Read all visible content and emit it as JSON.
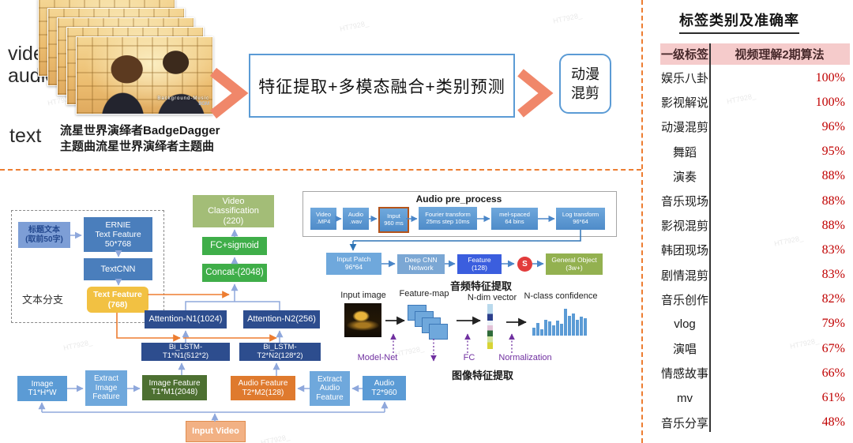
{
  "watermark": "HT7928_",
  "top": {
    "video_label": "video",
    "audio_label": "audio",
    "text_label": "text",
    "text_content": "流星世界演绎者BadgeDagger\n主题曲流星世界演绎者主题曲",
    "thumb_subtitle1": "Background-Music",
    "thumb_subtitle2": "BGM",
    "process_box": "特征提取+多模态融合+类别预测",
    "result_box": "动漫\n混剪"
  },
  "flow": {
    "branch_label": "文本分支",
    "title_text": "标题文本\n(取前50字)",
    "ernie": "ERNIE\nText Feature\n50*768",
    "textcnn": "TextCNN",
    "text_feature": "Text Feature\n(768)",
    "video_cls": "Video\nClassification\n(220)",
    "fc_sigmoid": "FC+sigmoid",
    "concat": "Concat-(2048)",
    "att1": "Attention-N1(1024)",
    "att2": "Attention-N2(256)",
    "lstm1": "Bi_LSTM-\nT1*N1(512*2)",
    "lstm2": "Bi_LSTM-\nT2*N2(128*2)",
    "image": "Image\nT1*H*W",
    "extract_image": "Extract\nImage\nFeature",
    "image_feature": "Image Feature\nT1*M1(2048)",
    "audio_feature": "Audio Feature\nT2*M2(128)",
    "extract_audio": "Extract\nAudio\nFeature",
    "audio": "Audio\nT2*960",
    "input_video": "Input Video"
  },
  "audio_pre": {
    "title": "Audio pre_process",
    "steps": [
      "Video\n.MP4",
      "Audio\n.wav",
      "Input\n960 ms",
      "Fourier transform\n25ms step 10ms",
      "mel-spaced\n64 bins",
      "Log transform\n96*64"
    ]
  },
  "audio_feat": {
    "input_patch": "Input Patch\n96*64",
    "deep_cnn": "Deep CNN\nNetwork",
    "feature": "Feature\n(128)",
    "s_node": "S",
    "general": "General Object\n(3w+)",
    "caption": "音频特征提取"
  },
  "image_feat": {
    "label_input": "Input image",
    "label_fmap": "Feature-map",
    "label_vec": "N-dim vector",
    "label_conf": "N-class confidence",
    "op_model": "Model-Net",
    "op_fc": "FC",
    "op_norm": "Normalization",
    "caption": "图像特征提取",
    "histogram": [
      10,
      16,
      8,
      20,
      18,
      13,
      19,
      15,
      34,
      25,
      28,
      20,
      24,
      22
    ]
  },
  "table": {
    "title": "标签类别及准确率",
    "col1": "一级标签",
    "col2": "视频理解2期算法",
    "accent_color": "#C00000",
    "rows": [
      {
        "label": "娱乐八卦",
        "value": "100%"
      },
      {
        "label": "影视解说",
        "value": "100%"
      },
      {
        "label": "动漫混剪",
        "value": "96%"
      },
      {
        "label": "舞蹈",
        "value": "95%"
      },
      {
        "label": "演奏",
        "value": "88%"
      },
      {
        "label": "音乐现场",
        "value": "88%"
      },
      {
        "label": "影视混剪",
        "value": "88%"
      },
      {
        "label": "韩团现场",
        "value": "83%"
      },
      {
        "label": "剧情混剪",
        "value": "83%"
      },
      {
        "label": "音乐创作",
        "value": "82%"
      },
      {
        "label": "vlog",
        "value": "79%"
      },
      {
        "label": "演唱",
        "value": "67%"
      },
      {
        "label": "情感故事",
        "value": "66%"
      },
      {
        "label": "mv",
        "value": "61%"
      },
      {
        "label": "音乐分享",
        "value": "48%"
      }
    ]
  }
}
